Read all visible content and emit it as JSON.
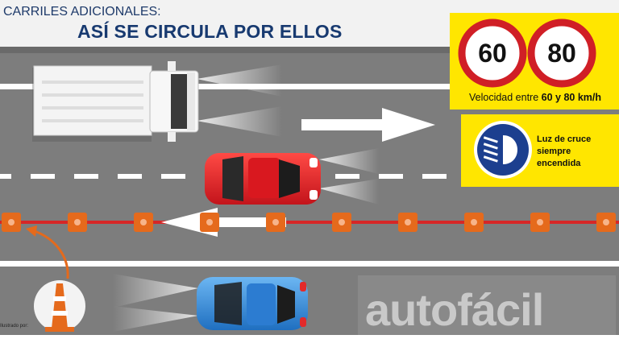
{
  "header": {
    "subtitle": "CARRILES ADICIONALES:",
    "title": "ASÍ SE CIRCULA POR ELLOS"
  },
  "speed_panel": {
    "sign_left": "60",
    "sign_right": "80",
    "caption_prefix": "Velocidad entre ",
    "caption_bold": "60 y 80 km/h"
  },
  "lights_panel": {
    "line1": "Luz de cruce",
    "line2": "siempre",
    "line3": "encendida"
  },
  "footer": {
    "credit": "Ilustrado por:",
    "brand": "autofácil"
  },
  "colors": {
    "road": "#7d7d7d",
    "panel": "#ffe600",
    "sign_red": "#d01f26",
    "title_blue": "#183a70",
    "red_car": "#e0262a",
    "blue_car": "#2f86d6",
    "cone_orange": "#e56a1c"
  }
}
